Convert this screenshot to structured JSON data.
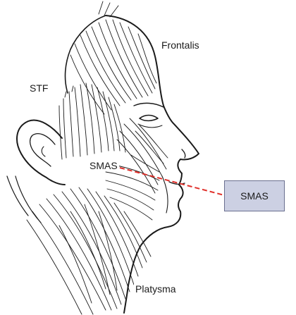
{
  "labels": {
    "frontalis": "Frontalis",
    "stf": "STF",
    "smas_inline": "SMAS",
    "platysma": "Platysma"
  },
  "callout": {
    "text": "SMAS",
    "box_color": "#ccd0e3",
    "line_color": "#e0302a"
  }
}
